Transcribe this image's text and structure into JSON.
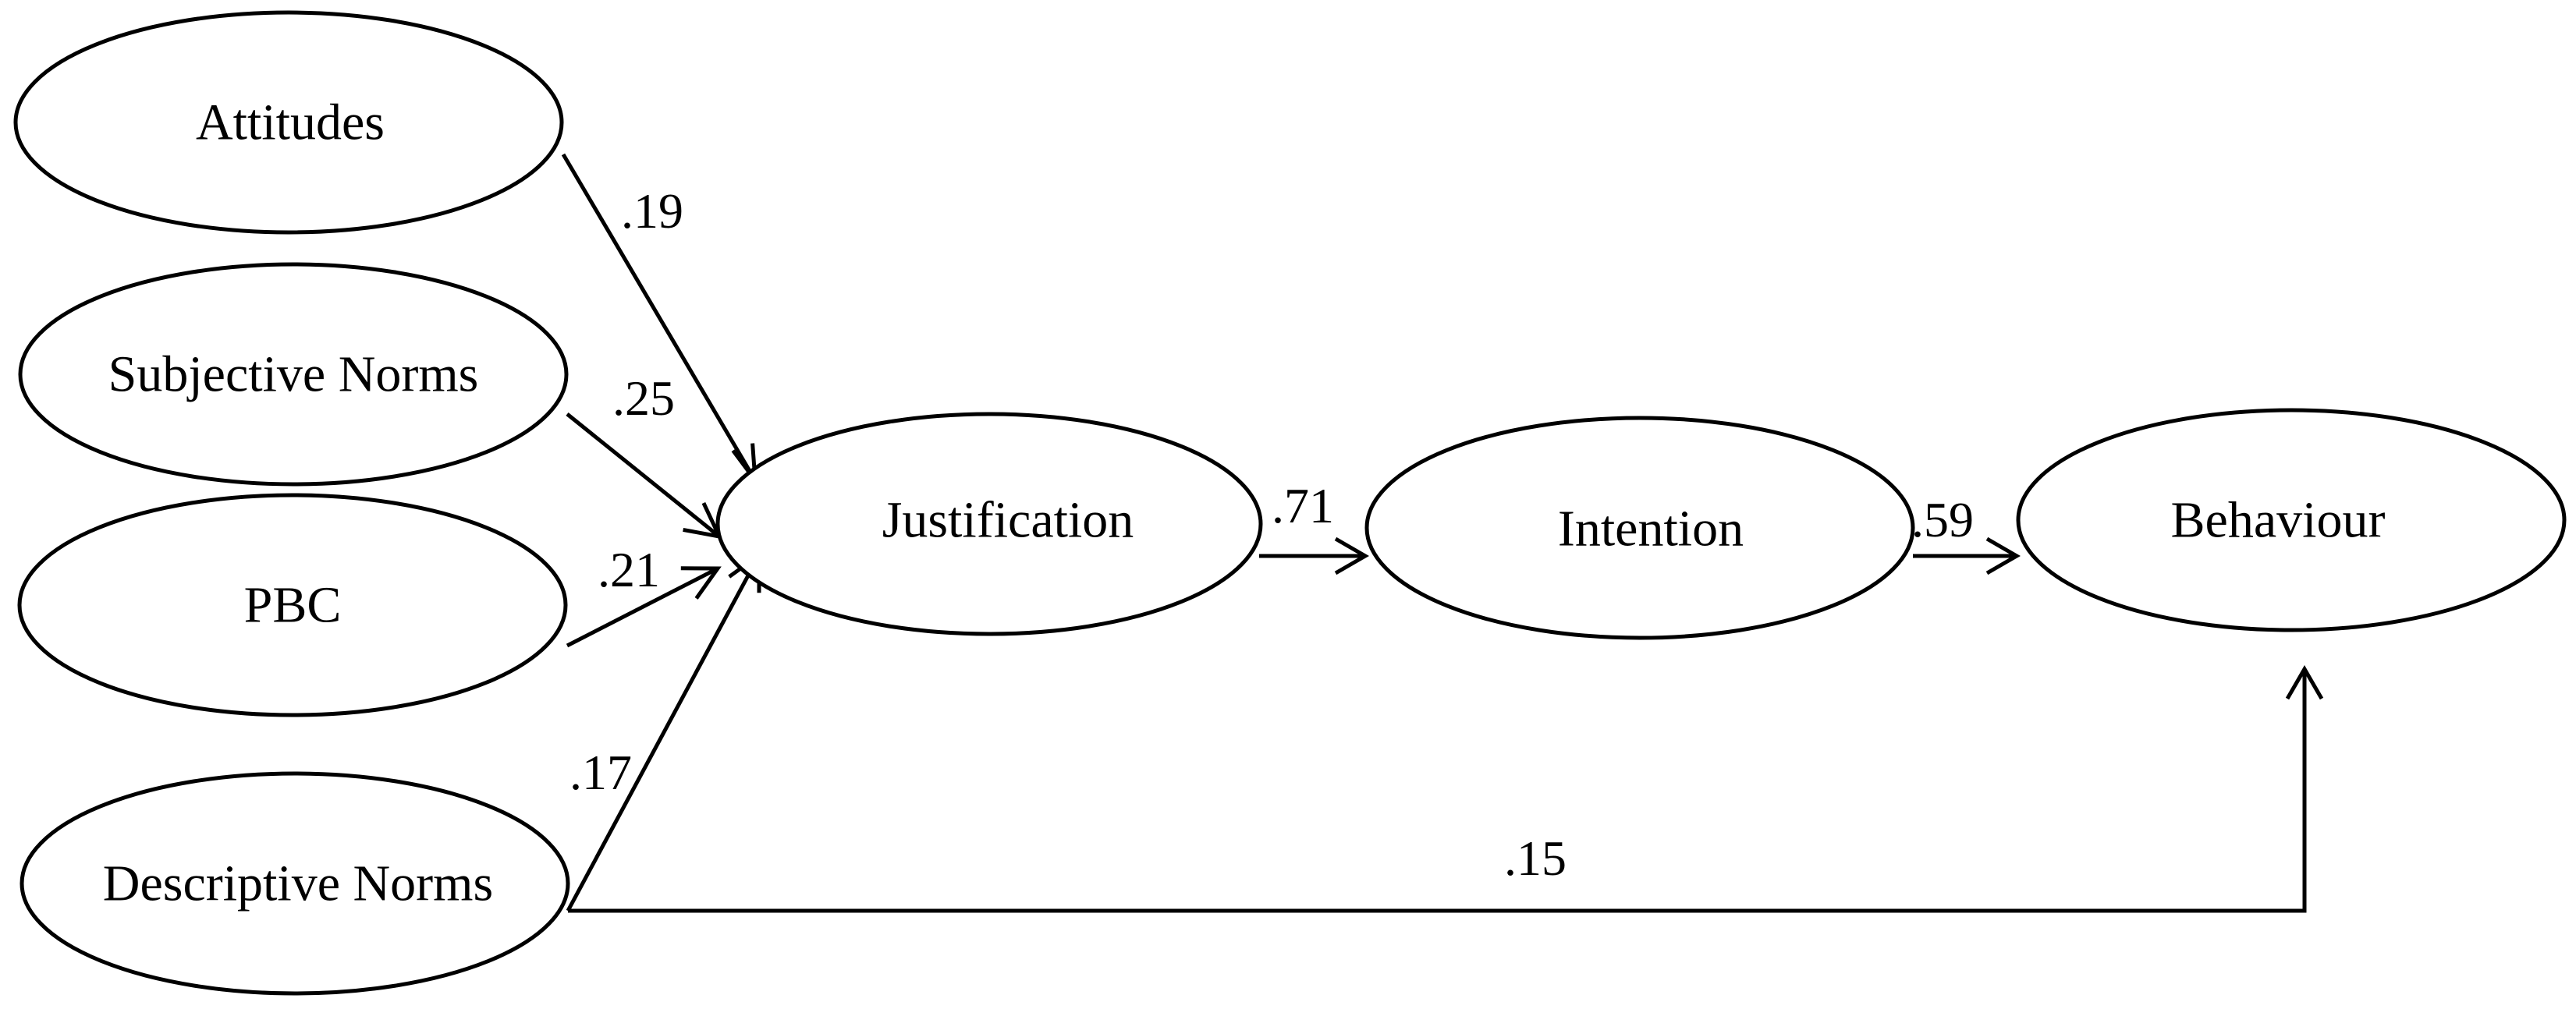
{
  "diagram": {
    "nodes": [
      {
        "id": "attitudes",
        "label": "Attitudes"
      },
      {
        "id": "subjective_norms",
        "label": "Subjective Norms"
      },
      {
        "id": "pbc",
        "label": "PBC"
      },
      {
        "id": "descriptive_norms",
        "label": "Descriptive Norms"
      },
      {
        "id": "justification",
        "label": "Justification"
      },
      {
        "id": "intention",
        "label": "Intention"
      },
      {
        "id": "behaviour",
        "label": "Behaviour"
      }
    ],
    "edges": [
      {
        "from": "attitudes",
        "to": "justification",
        "label": ".19"
      },
      {
        "from": "subjective_norms",
        "to": "justification",
        "label": ".25"
      },
      {
        "from": "pbc",
        "to": "justification",
        "label": ".21"
      },
      {
        "from": "descriptive_norms",
        "to": "justification",
        "label": ".17"
      },
      {
        "from": "justification",
        "to": "intention",
        "label": ".71"
      },
      {
        "from": "intention",
        "to": "behaviour",
        "label": ".59"
      },
      {
        "from": "descriptive_norms",
        "to": "behaviour",
        "label": ".15"
      }
    ],
    "colors": {
      "stroke": "#000000",
      "background": "#ffffff",
      "text": "#000000"
    }
  }
}
